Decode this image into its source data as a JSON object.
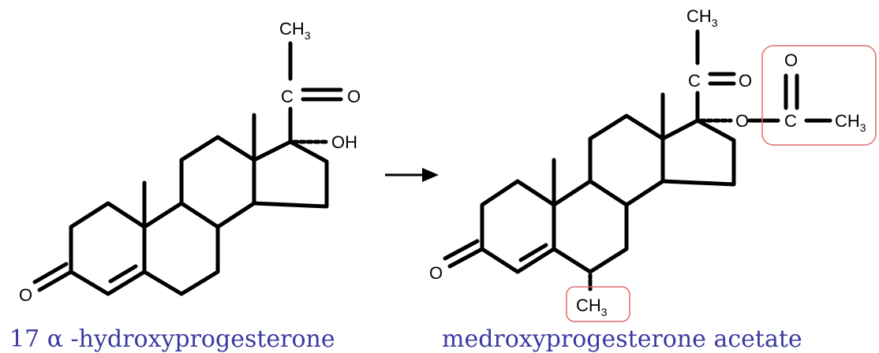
{
  "colors": {
    "bond": "#000000",
    "caption": "#3a3aa0",
    "highlight": "#e06c6c"
  },
  "left_molecule": {
    "name": "17 α -hydroxyprogesterone",
    "methyl_label": "CH",
    "methyl_sub": "3",
    "carbonyl_c": "C",
    "carbonyl_o": "O",
    "hydroxyl": "OH",
    "ketone_o": "O"
  },
  "right_molecule": {
    "name": "medroxyprogesterone acetate",
    "methyl_label": "CH",
    "methyl_sub": "3",
    "carbonyl_c": "C",
    "carbonyl_o": "O",
    "ester_o": "O",
    "acetyl_o": "O",
    "acetyl_c": "C",
    "acetyl_ch": "CH",
    "acetyl_sub": "3",
    "ketone_o": "O",
    "c6_methyl": "CH",
    "c6_sub": "3"
  }
}
